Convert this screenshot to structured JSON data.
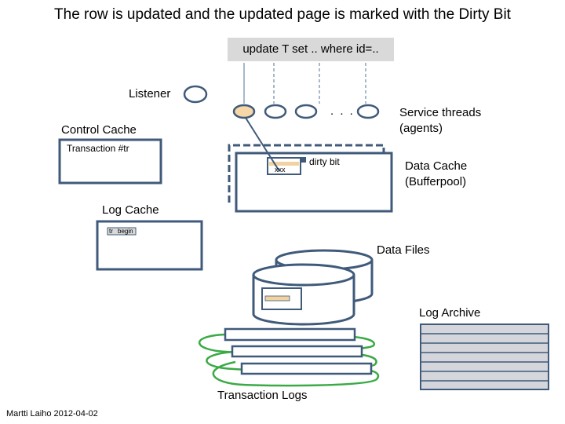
{
  "title": "The row is updated and the updated page is marked with the Dirty Bit",
  "sql_statement": "update T set .. where id=..",
  "labels": {
    "listener": "Listener",
    "ellipsis": ". . .",
    "service_threads": "Service threads\n(agents)",
    "control_cache": "Control Cache",
    "transaction": "Transaction #tr",
    "dirty_bit": "dirty bit",
    "row_value": "xxx",
    "data_cache": "Data Cache\n(Bufferpool)",
    "log_cache": "Log Cache",
    "log_entry_id": "tr",
    "log_entry_text": "begin",
    "data_files": "Data Files",
    "log_archive": "Log Archive",
    "transaction_logs": "Transaction Logs",
    "footer": "Martti Laiho 2012-04-02"
  },
  "colors": {
    "box_border": "#3f5a7a",
    "active_thread_fill": "#f6d7a7",
    "row_highlight": "#f2d2a0",
    "sql_box": "#d9d9d9",
    "archive_fill": "#d4d6dc",
    "log_green": "#3aaa45"
  }
}
